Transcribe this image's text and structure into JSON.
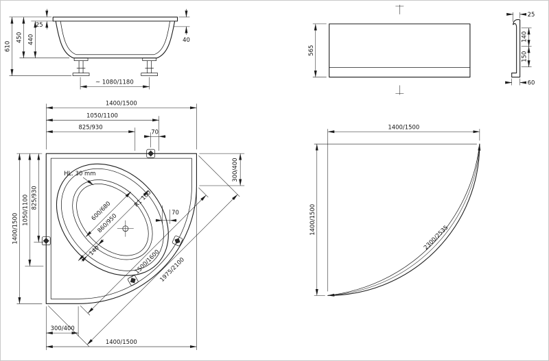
{
  "meta": {
    "background": "#ffffff",
    "line_color": "#1c1c1c",
    "sheet_border": "#c8c8c8"
  },
  "views": {
    "bath_front": {
      "dims": {
        "overall_height": "610",
        "shell_height": "450",
        "depth": "440",
        "rim": "25",
        "rim_edge": "40",
        "feet_span": "~ 1080/1180"
      }
    },
    "apron_front": {
      "dims": {
        "height": "565",
        "top_lip": "25",
        "upper": "140",
        "lower": "150",
        "base": "60"
      }
    },
    "bath_plan": {
      "dims": {
        "top_overall": "1400/1500",
        "top_mid": "1050/1100",
        "top_inner": "825/930",
        "top_offset": "70",
        "left_overall": "1400/1500",
        "left_mid": "1050/1100",
        "left_inner": "825/930",
        "side_tab": "300/400",
        "bottom_tab": "300/400",
        "bottom_overall": "1400/1500",
        "headrest_note": "HL. 30 mm",
        "front_radius": "R1 100",
        "basin_width_min": "600/680",
        "basin_width_max": "860/950",
        "drain_offset": "140",
        "rim_offset": "70",
        "front_chord": "~ 1500/1600",
        "front_overall": "1975/2100"
      }
    },
    "apron_plan": {
      "dims": {
        "width": "1400/1500",
        "height": "1400/1500",
        "arc_length": "2300/2535"
      }
    }
  }
}
